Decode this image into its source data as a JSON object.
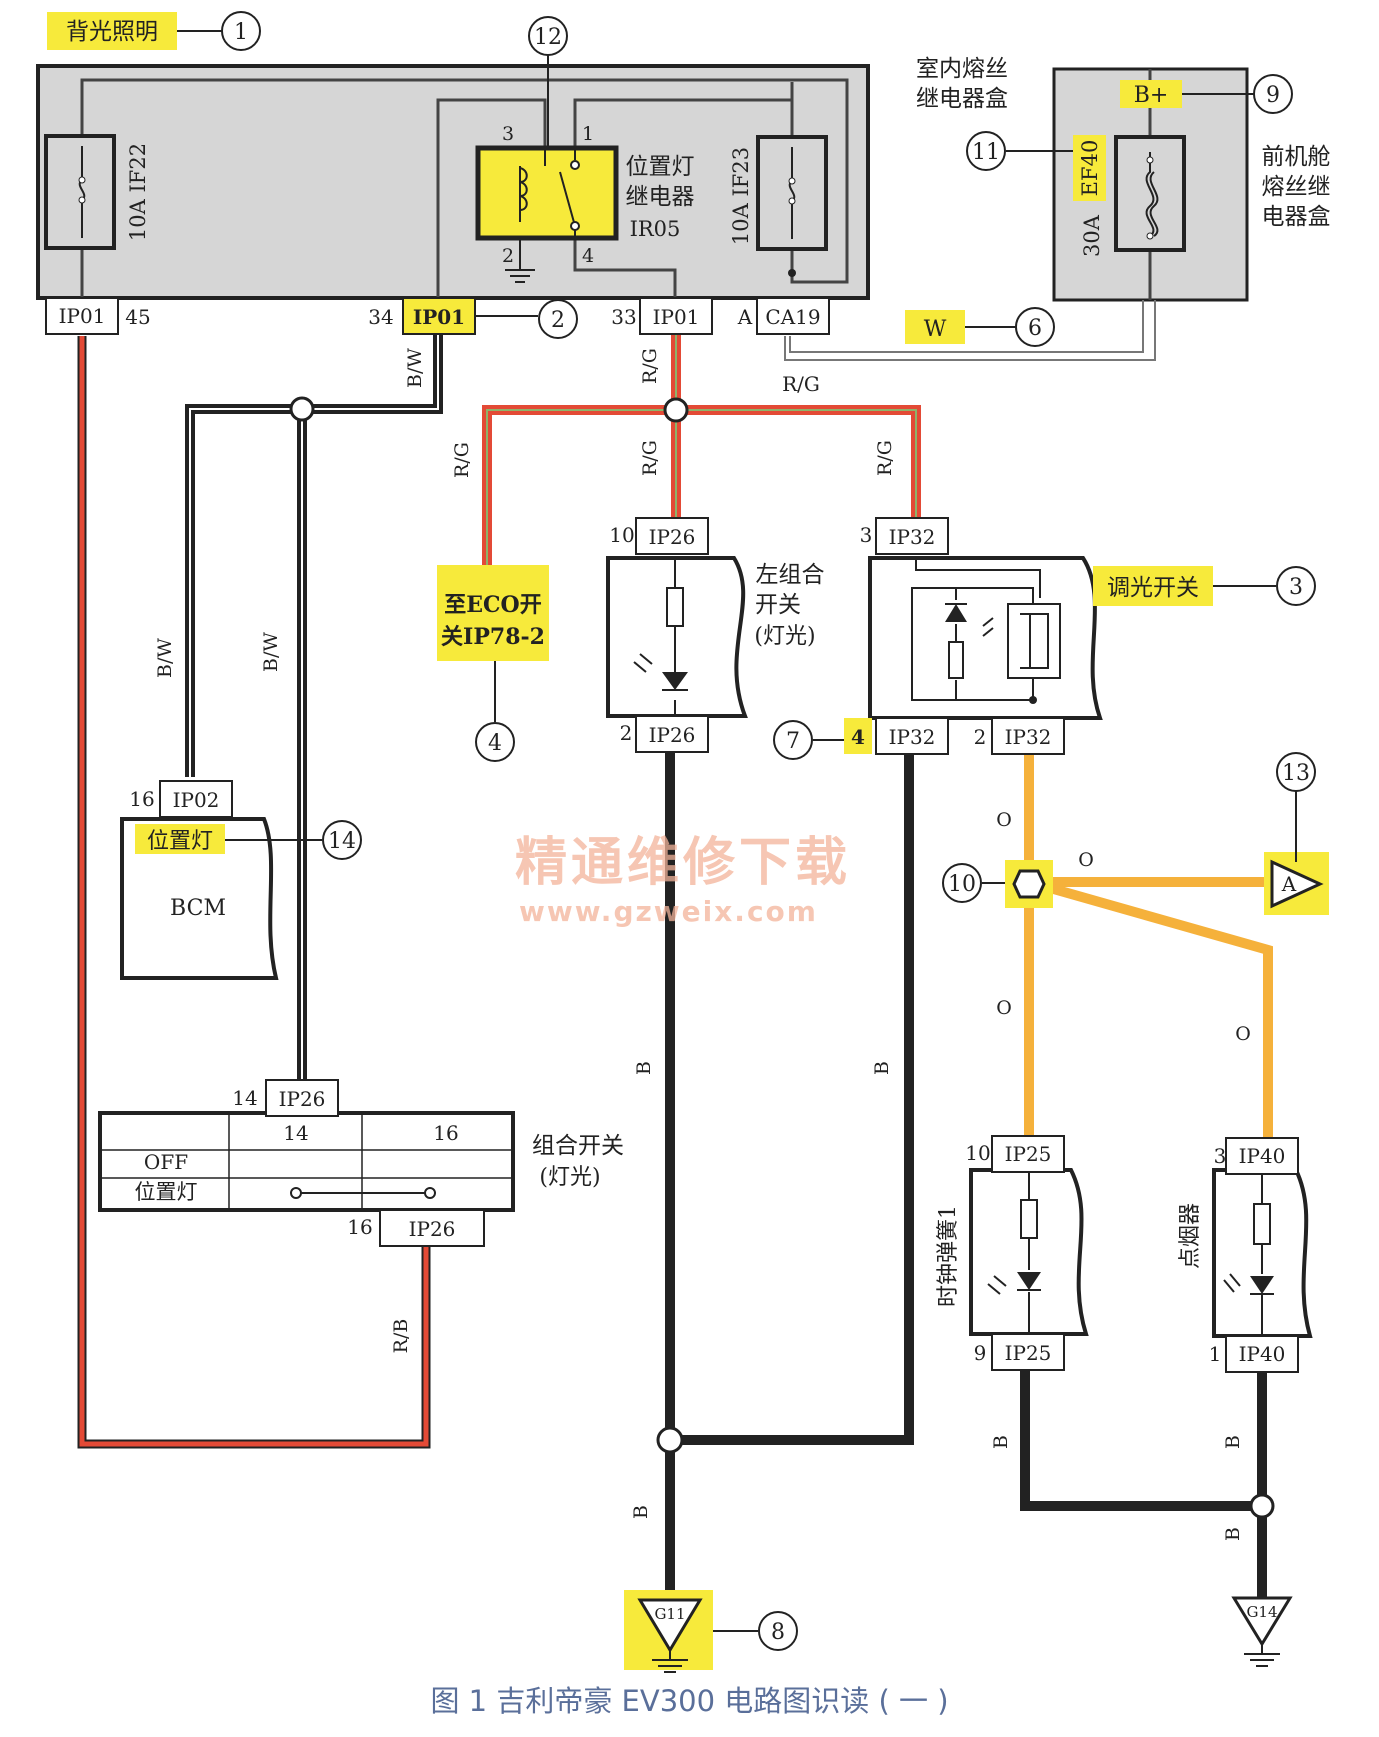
{
  "labels": {
    "backlight": "背光照明",
    "indoor_box": [
      "室内熔丝",
      "继电器盒"
    ],
    "engine_box": [
      "前机舱",
      "熔丝继",
      "电器盒"
    ],
    "bplus": "B+",
    "fuse_if22": "10A IF22",
    "fuse_if23": "10A IF23",
    "fuse_ef40": "EF40",
    "fuse_30a": "30A",
    "relay": [
      "位置灯",
      "继电器",
      "IR05"
    ],
    "relay_pins": [
      "3",
      "1",
      "2",
      "4"
    ],
    "ip01_a": "IP01",
    "pin_45": "45",
    "ip01_b": "IP01",
    "pin_34": "34",
    "ip01_c": "IP01",
    "pin_33": "33",
    "ca19": "CA19",
    "pin_a": "A",
    "w_label": "W",
    "eco": [
      "至ECO开",
      "关IP78-2"
    ],
    "left_combo": [
      "左组合",
      "开关",
      "(灯光)"
    ],
    "dimmer": "调光开关",
    "ip26_top": "IP26",
    "pin_10a": "10",
    "ip26_bot": "IP26",
    "pin_2a": "2",
    "ip32_top": "IP32",
    "pin_3": "3",
    "ip32_left": "IP32",
    "pin_4": "4",
    "ip32_right": "IP32",
    "pin_2b": "2",
    "ip02": "IP02",
    "pin_16a": "16",
    "bcm_position": "位置灯",
    "bcm": "BCM",
    "combo_switch": [
      "组合开关",
      "(灯光)"
    ],
    "sw_ip26_top": "IP26",
    "pin_14": "14",
    "sw_ip26_bot": "IP26",
    "pin_16b": "16",
    "sw_cols": [
      "14",
      "16"
    ],
    "sw_off": "OFF",
    "sw_pos": "位置灯",
    "clock_spring": "时钟弹簧1",
    "lighter": "点烟器",
    "ip25_top": "IP25",
    "pin_10b": "10",
    "ip25_bot": "IP25",
    "pin_9": "9",
    "ip40_top": "IP40",
    "pin_3b": "3",
    "ip40_bot": "IP40",
    "pin_1": "1",
    "conn_a": "A",
    "g11": "G11",
    "g14": "G14",
    "wire": {
      "bw": "B/W",
      "rg": "R/G",
      "b": "B",
      "rb": "R/B",
      "o": "O"
    },
    "callouts": [
      "1",
      "2",
      "3",
      "4",
      "6",
      "7",
      "8",
      "9",
      "10",
      "11",
      "12",
      "13",
      "14"
    ]
  },
  "watermark": {
    "title": "精通维修下载",
    "url": "www.gzweix.com"
  },
  "caption": "图 1    吉利帝豪 EV300 电路图识读 ( 一 )",
  "colors": {
    "highlight": "#f7ea3b",
    "box_fill": "#d6d6d6",
    "red_wire": "#e34a36",
    "green_stripe": "#8fb36a",
    "orange_wire": "#f5b13b",
    "black_wire": "#222222",
    "caption": "#5a6f9a",
    "watermark": "#f3b49a"
  }
}
